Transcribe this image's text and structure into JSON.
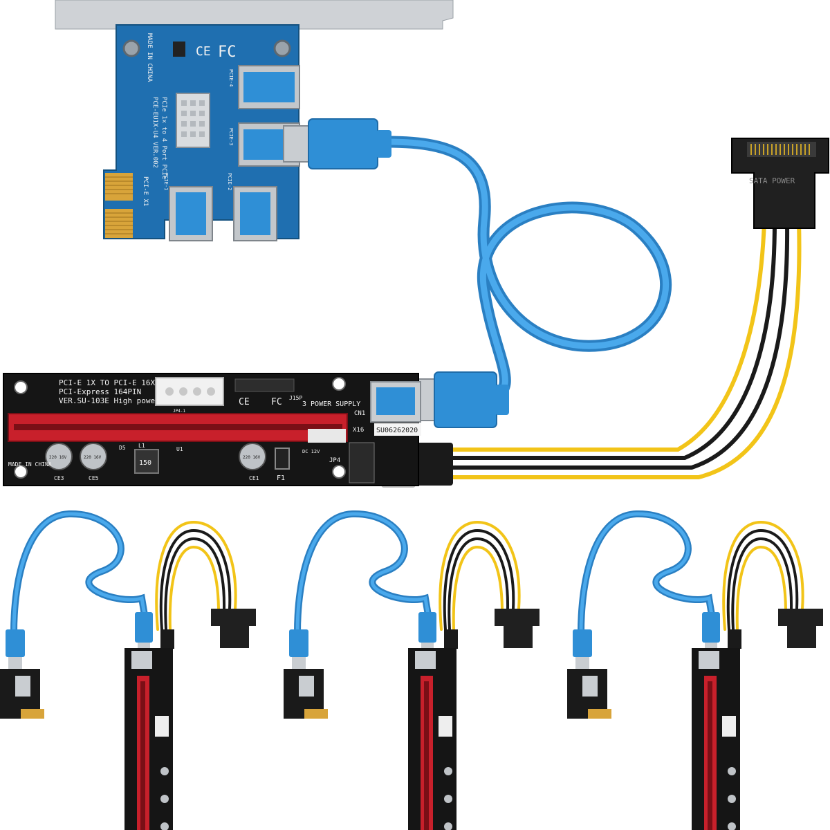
{
  "colors": {
    "background": "#ffffff",
    "adapter_pcb": "#1f6fb0",
    "usb_blue": "#2f8fd6",
    "cable_blue": "#3a9be0",
    "riser_pcb": "#151515",
    "slot_red": "#c8202b",
    "gold": "#d8a43a",
    "wire_yellow": "#f2c418",
    "wire_black": "#1a1a1a",
    "sata_black": "#202020"
  },
  "adapter": {
    "mark_fc": "FC",
    "mark_ce": "CE",
    "made_in": "MADE IN CHINA",
    "model_line1": "PCIe 1x to 4 Port PCIe",
    "model_line2": "PCE-EU1X-U4 VER.002",
    "model_line3": "PCI-E X1",
    "port_labels": [
      "PCIE-4",
      "PCIE-3",
      "PCIE-1",
      "PCIE-2"
    ]
  },
  "sata": {
    "label": "SATA POWER"
  },
  "riser": {
    "line1": "PCI-E 1X TO PCI-E 16X",
    "line2": "PCI-Express 164PIN",
    "line3": "VER.SU-103E High power",
    "mark_ce": "CE",
    "mark_fc": "FC",
    "j15p": "J15P",
    "power_supply": "3 POWER SUPPLY",
    "cn1": "CN1",
    "x16": "X16",
    "serial": "SU06262020",
    "made_in": "MADE IN CHINA",
    "jp4": "JP4",
    "f1": "F1",
    "dc12v": "DC 12V",
    "cap_labels": [
      "CE3",
      "CE5",
      "CE1"
    ],
    "cap_values": [
      "220 16V",
      "220 16V",
      "220 16V"
    ],
    "d5": "D5",
    "l1": "L1",
    "u1": "U1",
    "inductor": "150",
    "jp4_label": "JP4-1"
  },
  "kit_sets": 3
}
